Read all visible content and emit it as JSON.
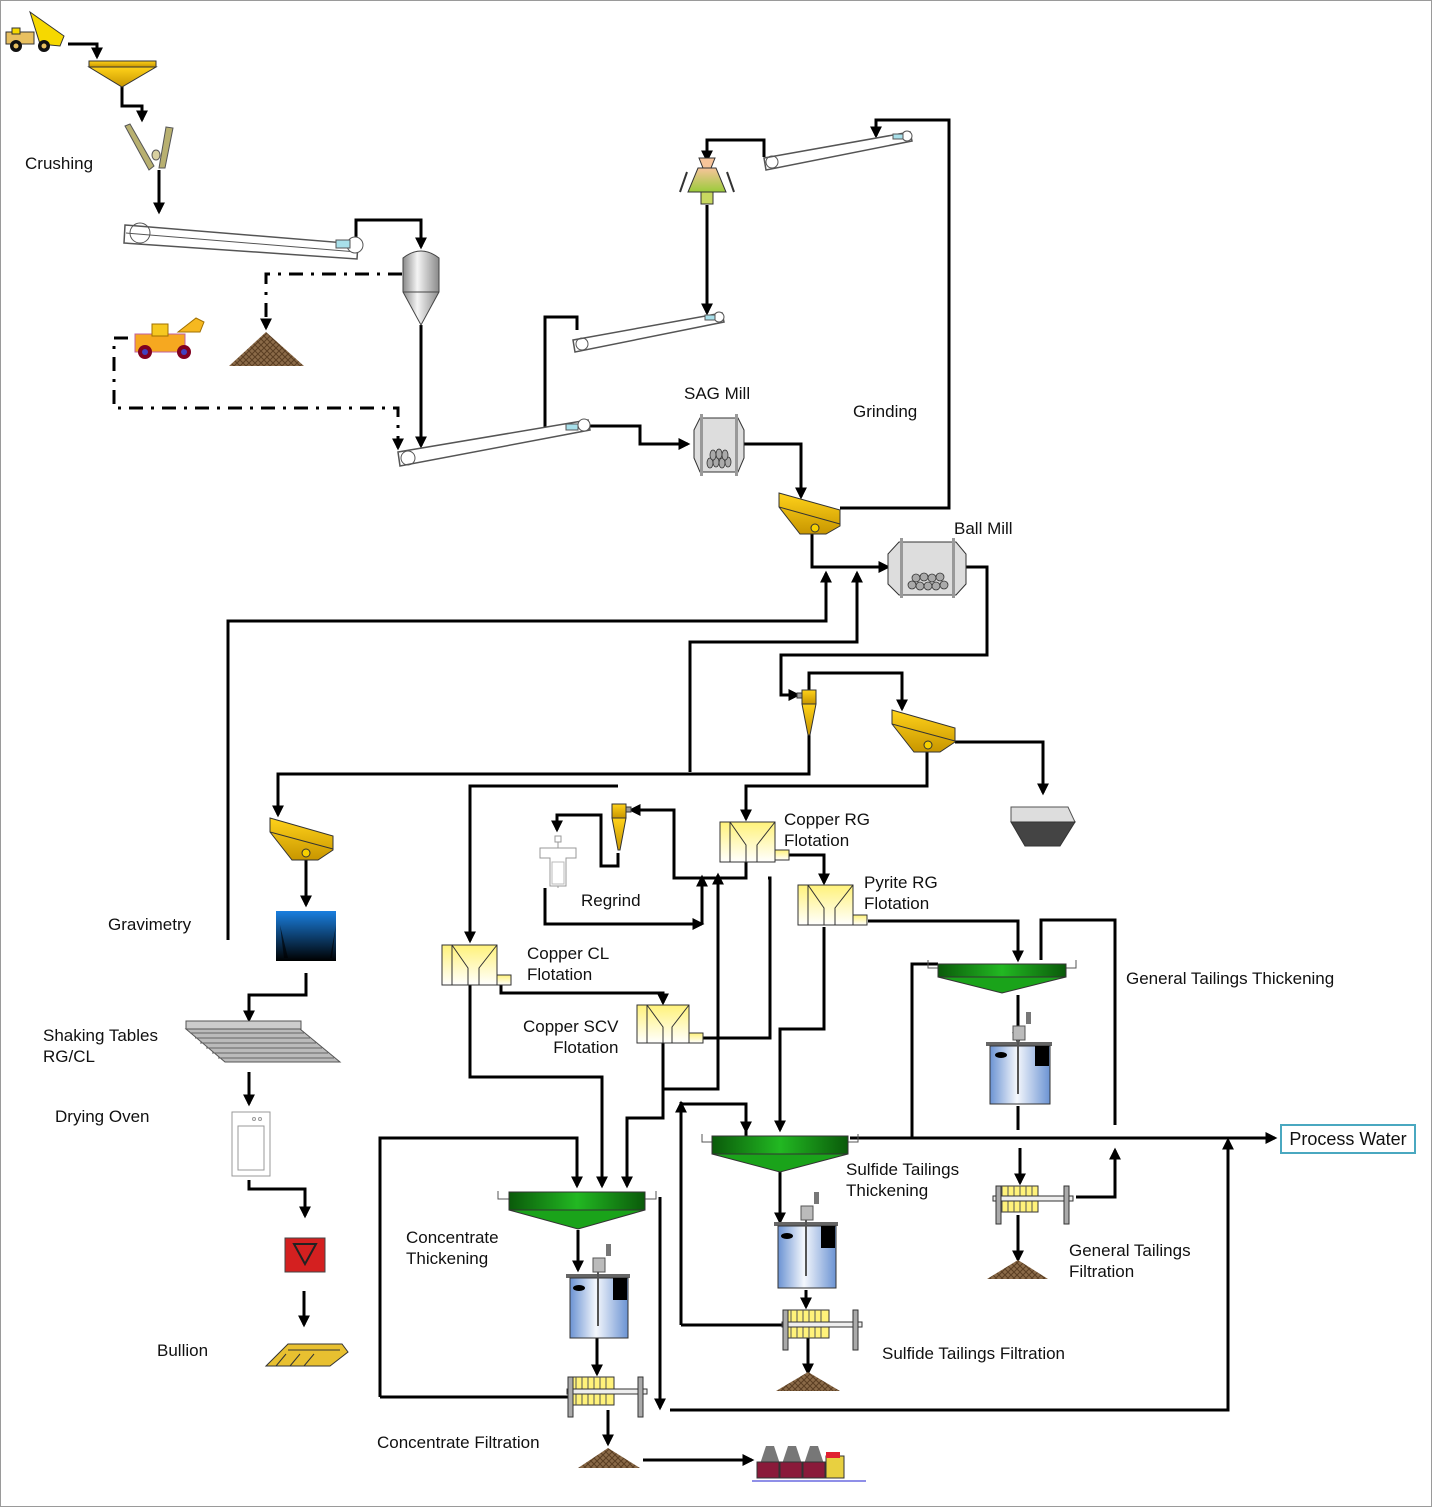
{
  "title": "Process flow diagram",
  "labels": {
    "crushing": "Crushing",
    "sag_mill": "SAG Mill",
    "grinding": "Grinding",
    "ball_mill": "Ball Mill",
    "copper_rg_flotation": "Copper RG\nFlotation",
    "pyrite_rg_flotation": "Pyrite RG\nFlotation",
    "regrind": "Regrind",
    "copper_cl_flotation": "Copper CL\nFlotation",
    "copper_scv_flotation": "Copper SCV\nFlotation",
    "gravimetry": "Gravimetry",
    "shaking_tables": "Shaking Tables\nRG/CL",
    "drying_oven": "Drying Oven",
    "bullion": "Bullion",
    "general_tailings_thickening": "General Tailings Thickening",
    "sulfide_tailings_thickening": "Sulfide Tailings\nThickening",
    "general_tailings_filtration": "General Tailings\nFiltration",
    "sulfide_tailings_filtration": "Sulfide Tailings Filtration",
    "concentrate_thickening": "Concentrate\nThickening",
    "concentrate_filtration": "Concentrate Filtration",
    "process_water": "Process Water"
  },
  "colors": {
    "line": "#000000",
    "hopper_yellow": "#f2c200",
    "thickener_green": "#1aa31a",
    "flotation_cell": "#fff7a8",
    "tank_blue": "#6f98d6",
    "gravimetry_blue": "#1a78d8",
    "stockpile_brown": "#7a5a3a",
    "process_water_border": "#4aa8c0"
  }
}
